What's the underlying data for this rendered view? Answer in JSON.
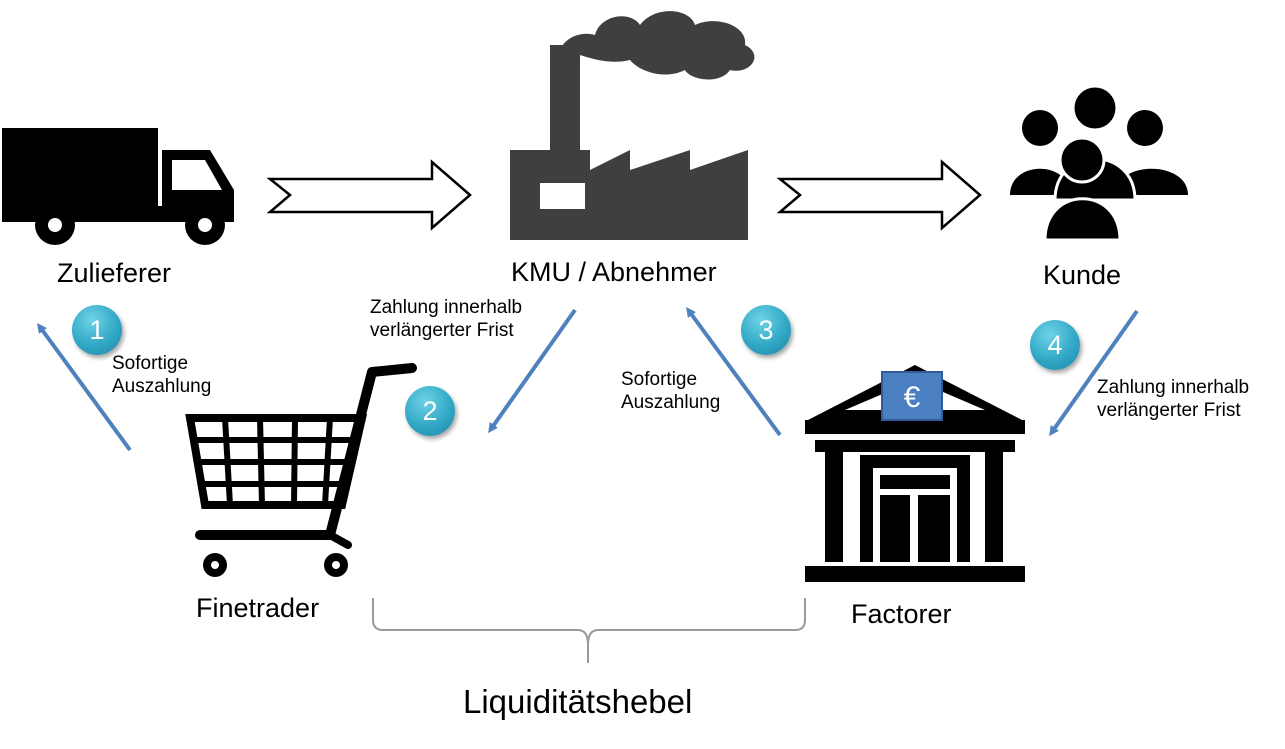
{
  "nodes": {
    "zulieferer": "Zulieferer",
    "kmu": "KMU / Abnehmer",
    "kunde": "Kunde",
    "finetrader": "Finetrader",
    "factorer": "Factorer"
  },
  "steps": [
    {
      "number": "1",
      "text_line1": "Sofortige",
      "text_line2": "Auszahlung"
    },
    {
      "number": "2",
      "text_line1": "Zahlung innerhalb",
      "text_line2": "verlängerter Frist"
    },
    {
      "number": "3",
      "text_line1": "Sofortige",
      "text_line2": "Auszahlung"
    },
    {
      "number": "4",
      "text_line1": "Zahlung innerhalb",
      "text_line2": "verlängerter Frist"
    }
  ],
  "brace_label": "Liquiditätshebel",
  "bank_symbol": "€",
  "icons": [
    "truck-icon",
    "factory-icon",
    "people-icon",
    "shopping-cart-icon",
    "bank-icon"
  ],
  "colors": {
    "arrow": "#4f81bd",
    "badge": "#31a8c6",
    "icon": "#000000",
    "factory": "#3f3f3f",
    "euro_box": "#4a7fc1"
  }
}
